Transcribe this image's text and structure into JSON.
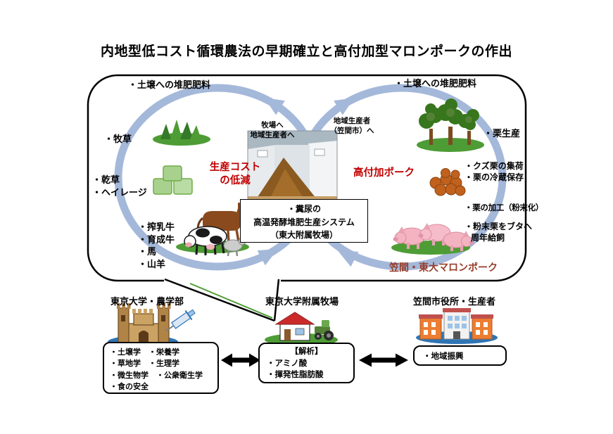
{
  "title": "内地型低コスト循環農法の早期確立と高付加型マロンポークの作出",
  "left_cycle": {
    "soil_compost": "・土壌への堆肥肥料",
    "pasture": "・牧草",
    "hay": "・乾草",
    "haylage": "・ヘイレージ",
    "animals": [
      "・搾乳牛",
      "・育成牛",
      "・馬",
      "・山羊"
    ],
    "benefit_line1": "生産コスト",
    "benefit_line2": "の低減",
    "dest_line1": "牧場へ",
    "dest_line2": "地域生産者へ"
  },
  "right_cycle": {
    "soil_compost": "・土壌への堆肥肥料",
    "dest_line1": "地域生産者",
    "dest_line2": "（笠間市）へ",
    "benefit": "高付加ポーク",
    "chestnut_production": "・栗生産",
    "waste_collection": "・クズ栗の集荷",
    "cold_storage": "・栗の冷蔵保存",
    "processing": "・栗の加工（粉末化）",
    "feeding_line1": "・粉末栗をブタへ",
    "feeding_line2": "周年給飼",
    "brand": "笠間・東大マロンポーク"
  },
  "center_system": {
    "line1": "・糞尿の",
    "line2": "高温発酵堆肥生産システム",
    "line3": "（東大附属牧場）"
  },
  "organizations": {
    "university": {
      "title": "東京大学・農学部",
      "fields": [
        "・土壌学　・栄養学",
        "・草地学　・生理学",
        "・微生物学　・公衆衛生学",
        "・食の安全"
      ]
    },
    "farm": {
      "title": "東京大学附属牧場",
      "box_heading": "【解析】",
      "items": [
        "・アミノ酸",
        "・揮発性脂肪酸"
      ]
    },
    "city": {
      "title": "笠間市役所・生産者",
      "items": [
        "・地域振興"
      ]
    }
  },
  "icons": {
    "pasture": "green grass patch",
    "hay_bales": "green wrapped bales",
    "livestock": "horse, dairy cow, goat",
    "compost_facility": "photo of high-temperature compost plant",
    "chestnut_trees": "chestnut orchard",
    "chestnuts": "pile of chestnuts",
    "pigs": "three pigs",
    "university": "castle-like faculty building with syringe",
    "farm": "farmhouse with tractor",
    "city": "municipal buildings"
  },
  "colors": {
    "cycle_arrow_blue": "#a4b8da",
    "emphasis_red": "#c00000",
    "brand_dark_red": "#963c28",
    "ground_green": "#4e9c35",
    "base_blue": "#2e75b6"
  }
}
